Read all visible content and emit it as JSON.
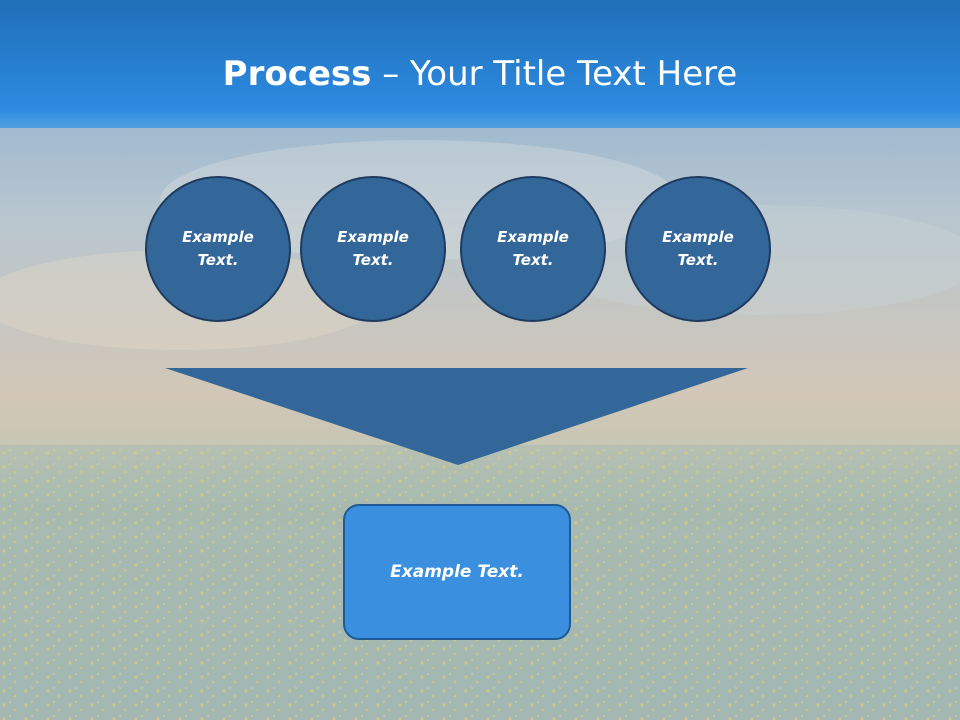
{
  "slide": {
    "title_bold": "Process",
    "title_dash": "–",
    "title_rest": "Your Title Text Here"
  },
  "steps": [
    {
      "line1": "Example",
      "line2": "Text."
    },
    {
      "line1": "Example",
      "line2": "Text."
    },
    {
      "line1": "Example",
      "line2": "Text."
    },
    {
      "line1": "Example",
      "line2": "Text."
    }
  ],
  "result": {
    "label": "Example Text."
  },
  "colors": {
    "title_band": "#2784d6",
    "circle_fill": "#336699",
    "funnel_fill": "#336699",
    "result_fill": "#3a8fde"
  }
}
